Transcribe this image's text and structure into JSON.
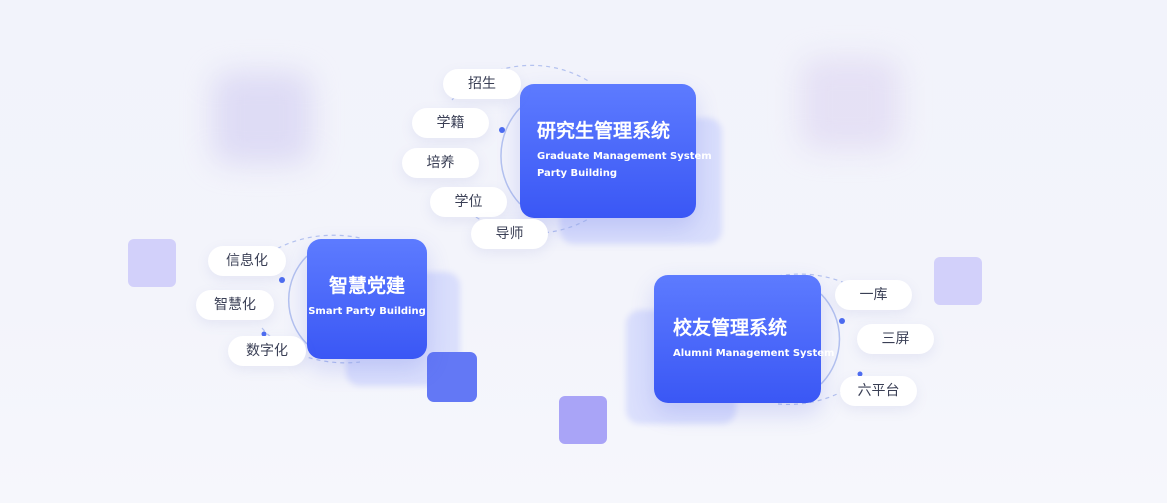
{
  "systems": {
    "graduate": {
      "title": "研究生管理系统",
      "subtitle_line1": "Graduate Management System",
      "subtitle_line2": "Party Building",
      "tags": [
        "招生",
        "学籍",
        "培养",
        "学位",
        "导师"
      ]
    },
    "party": {
      "title": "智慧党建",
      "subtitle": "Smart Party Building",
      "tags": [
        "信息化",
        "智慧化",
        "数字化"
      ]
    },
    "alumni": {
      "title": "校友管理系统",
      "subtitle": "Alumni Management System",
      "tags": [
        "一库",
        "三屏",
        "六平台"
      ]
    }
  },
  "colors": {
    "card_top": "#5d7bff",
    "card_bottom": "#3a57f5",
    "ring": "#b4c2ef",
    "ring_dot": "#4d6cf0",
    "square_light": "#d2d0fa",
    "square_blue": "#6378f5",
    "square_purple": "#a9a4f7"
  }
}
